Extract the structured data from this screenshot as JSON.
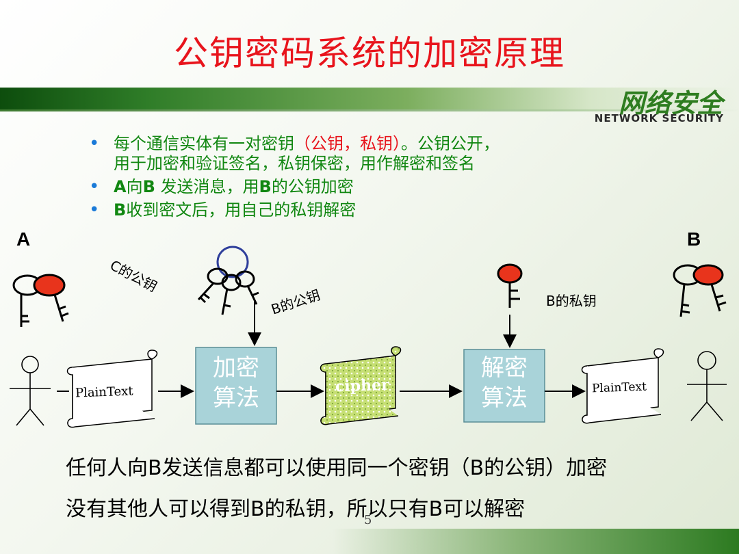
{
  "title": "公钥密码系统的加密原理",
  "logo": {
    "cn": "网络安全",
    "en": "NETWORK SECURITY"
  },
  "bullets": {
    "b1_part1": "每个通信实体有一对密钥",
    "b1_part2": "（公钥，私钥）",
    "b1_part3": "。公钥公开，",
    "b1_line2": "用于加密和验证签名，私钥保密，用作解密和签名",
    "b2_a": "A",
    "b2_mid": "向",
    "b2_b": "B",
    "b2_rest": " 发送消息，用",
    "b2_b2": "B",
    "b2_end": "的公钥加密",
    "b3_b": "B",
    "b3_rest": "收到密文后，用自己的私钥解密"
  },
  "diagram": {
    "party_a": "A",
    "party_b": "B",
    "c_public_key": "C的公钥",
    "b_public_key": "B的公钥",
    "b_private_key": "B的私钥",
    "plaintext_left": "PlainText",
    "encrypt_box": [
      "加密",
      "算法"
    ],
    "cipher": "cipher",
    "decrypt_box": [
      "解密",
      "算法"
    ],
    "plaintext_right": "PlainText"
  },
  "bottom": {
    "line1": "任何人向B发送信息都可以使用同一个密钥（B的公钥）加密",
    "line2": "没有其他人可以得到B的私钥，所以只有B可以解密"
  },
  "page_number": "5",
  "colors": {
    "title": "#e8141c",
    "bullet_text": "#118711",
    "box_fill": "#a9d3d9",
    "key_red": "#e8341c",
    "band": "#2f7d28"
  }
}
